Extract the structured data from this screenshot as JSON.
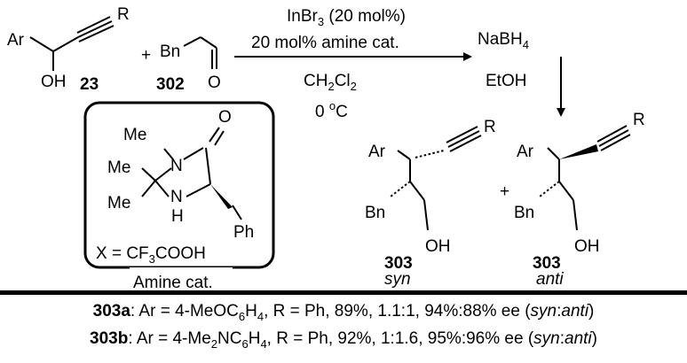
{
  "reactants": {
    "alcohol": {
      "ar": "Ar",
      "oh": "OH",
      "r": "R",
      "number": "23"
    },
    "plus": "+",
    "aldehyde": {
      "bn": "Bn",
      "o": "O",
      "number": "302"
    }
  },
  "conditions_step1": {
    "line1_a": "InBr",
    "line1_sub": "3",
    "line1_b": " (20 mol%)",
    "line2": "20 mol% amine cat.",
    "line3_a": "CH",
    "line3_sub1": "2",
    "line3_b": "Cl",
    "line3_sub2": "2",
    "line4_a": "0 ",
    "line4_sup": "o",
    "line4_b": "C"
  },
  "conditions_step2": {
    "line1_a": "NaBH",
    "line1_sub": "4",
    "line2": "EtOH"
  },
  "catalyst": {
    "me_n": "Me",
    "n1": "N",
    "o": "O",
    "me1": "Me",
    "me2": "Me",
    "nh": "N",
    "h": "H",
    "ph": "Ph",
    "x_a": "X = CF",
    "x_sub": "3",
    "x_b": "COOH",
    "caption": "Amine cat."
  },
  "products": {
    "syn": {
      "ar": "Ar",
      "r": "R",
      "bn": "Bn",
      "oh": "OH",
      "number": "303",
      "label": "syn"
    },
    "plus": "+",
    "anti": {
      "ar": "Ar",
      "r": "R",
      "bn": "Bn",
      "oh": "OH",
      "number": "303",
      "label": "anti"
    }
  },
  "results": [
    {
      "id": "303a",
      "a1": ": Ar = 4-MeOC",
      "s1": "6",
      "a2": "H",
      "s2": "4",
      "a3": ", R = Ph, 89%, 1.1:1, 94%:88% ee (",
      "syn": "syn",
      "colon": ":",
      "anti": "anti",
      "close": ")"
    },
    {
      "id": "303b",
      "a1": ": Ar = 4-Me",
      "s1": "2",
      "a2": "NC",
      "s2": "6",
      "a3": "H",
      "s3": "4",
      "a4": ", R = Ph, 92%, 1:1.6, 95%:96% ee (",
      "syn": "syn",
      "colon": ":",
      "anti": "anti",
      "close": ")"
    }
  ]
}
